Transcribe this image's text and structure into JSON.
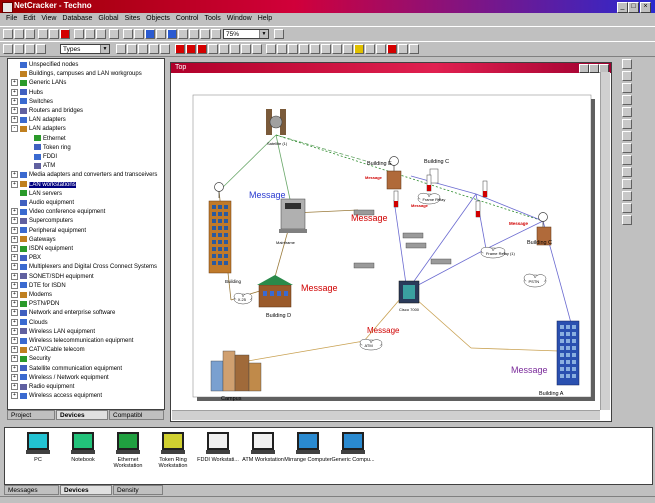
{
  "app": {
    "title": "NetCracker - Techno"
  },
  "menu": [
    "File",
    "Edit",
    "View",
    "Database",
    "Global",
    "Sites",
    "Objects",
    "Control",
    "Tools",
    "Window",
    "Help"
  ],
  "toolbar": {
    "zoom_value": "75%",
    "type_combo": "Types"
  },
  "tree": {
    "items": [
      {
        "label": "Unspecified nodes",
        "ex": ""
      },
      {
        "label": "Buildings, campuses and LAN workgroups",
        "ex": ""
      },
      {
        "label": "Generic LANs",
        "ex": "+"
      },
      {
        "label": "Hubs",
        "ex": "+"
      },
      {
        "label": "Switches",
        "ex": "+"
      },
      {
        "label": "Routers and bridges",
        "ex": "+"
      },
      {
        "label": "LAN adapters",
        "ex": "+"
      },
      {
        "label": "LAN adapters",
        "ex": "-"
      },
      {
        "label": "Ethernet",
        "ex": ""
      },
      {
        "label": "Token ring",
        "ex": ""
      },
      {
        "label": "FDDI",
        "ex": ""
      },
      {
        "label": "ATM",
        "ex": ""
      },
      {
        "label": "Media adapters and converters and transceivers",
        "ex": "+"
      },
      {
        "label": "LAN workstations",
        "ex": "+"
      },
      {
        "label": "LAN servers",
        "ex": ""
      },
      {
        "label": "Audio equipment",
        "ex": ""
      },
      {
        "label": "Video conference equipment",
        "ex": "+"
      },
      {
        "label": "Supercomputers",
        "ex": "+"
      },
      {
        "label": "Peripheral equipment",
        "ex": "+"
      },
      {
        "label": "Gateways",
        "ex": "+"
      },
      {
        "label": "ISDN equipment",
        "ex": "+"
      },
      {
        "label": "PBX",
        "ex": "+"
      },
      {
        "label": "Multiplexers and Digital Cross Connect Systems",
        "ex": "+"
      },
      {
        "label": "SONET/SDH equipment",
        "ex": "+"
      },
      {
        "label": "DTE for ISDN",
        "ex": "+"
      },
      {
        "label": "Modems",
        "ex": "+"
      },
      {
        "label": "PSTN/PDN",
        "ex": "+"
      },
      {
        "label": "Network and enterprise software",
        "ex": "+"
      },
      {
        "label": "Clouds",
        "ex": "+"
      },
      {
        "label": "Wireless LAN equipment",
        "ex": "+"
      },
      {
        "label": "Wireless telecommunication equipment",
        "ex": "+"
      },
      {
        "label": "CATV/Cable telecom",
        "ex": "+"
      },
      {
        "label": "Security",
        "ex": "+"
      },
      {
        "label": "Satellite communication equipment",
        "ex": "+"
      },
      {
        "label": "Wireless / Network equipment",
        "ex": "+"
      },
      {
        "label": "Radio equipment",
        "ex": "+"
      },
      {
        "label": "Wireless access equipment",
        "ex": "+"
      }
    ],
    "selected_index": 13
  },
  "panel_tabs": [
    "Project",
    "Devices",
    "Compatibl"
  ],
  "child": {
    "title": "Top"
  },
  "diagram": {
    "labels": {
      "satellite": "Satellite (1)",
      "building_e": "Building E",
      "building_c_top": "Building C",
      "building_c": "Building C",
      "building_b": "Building B",
      "building_d": "Building D",
      "building_a": "Building A",
      "campus": "Campus",
      "mainframe": "Mainframe",
      "frame_relay_1": "Frame Relay",
      "frame_relay_2": "Frame Relay (1)",
      "pstn": "PSTN",
      "x25": "X.25",
      "atm": "ATM",
      "core_switch": "Cisco 7000"
    },
    "messages": [
      "Message",
      "Message",
      "Message",
      "Message",
      "Message",
      "Message",
      "Message",
      "Message"
    ]
  },
  "palette": [
    {
      "label": "PC",
      "color": "#22c2d2"
    },
    {
      "label": "Notebook",
      "color": "#22c27a"
    },
    {
      "label": "Ethernet Workstation",
      "color": "#20a040"
    },
    {
      "label": "Token Ring Workstation",
      "color": "#d0d030"
    },
    {
      "label": "FDDI Workstati...",
      "color": "#f0f0f0"
    },
    {
      "label": "ATM Workstation",
      "color": "#f0f0f0"
    },
    {
      "label": "Mirrange Computer",
      "color": "#2a8ad0"
    },
    {
      "label": "Generic Compu...",
      "color": "#2a8ad0"
    }
  ],
  "bottom_tabs": [
    "Messages",
    "Devices",
    "Density"
  ]
}
